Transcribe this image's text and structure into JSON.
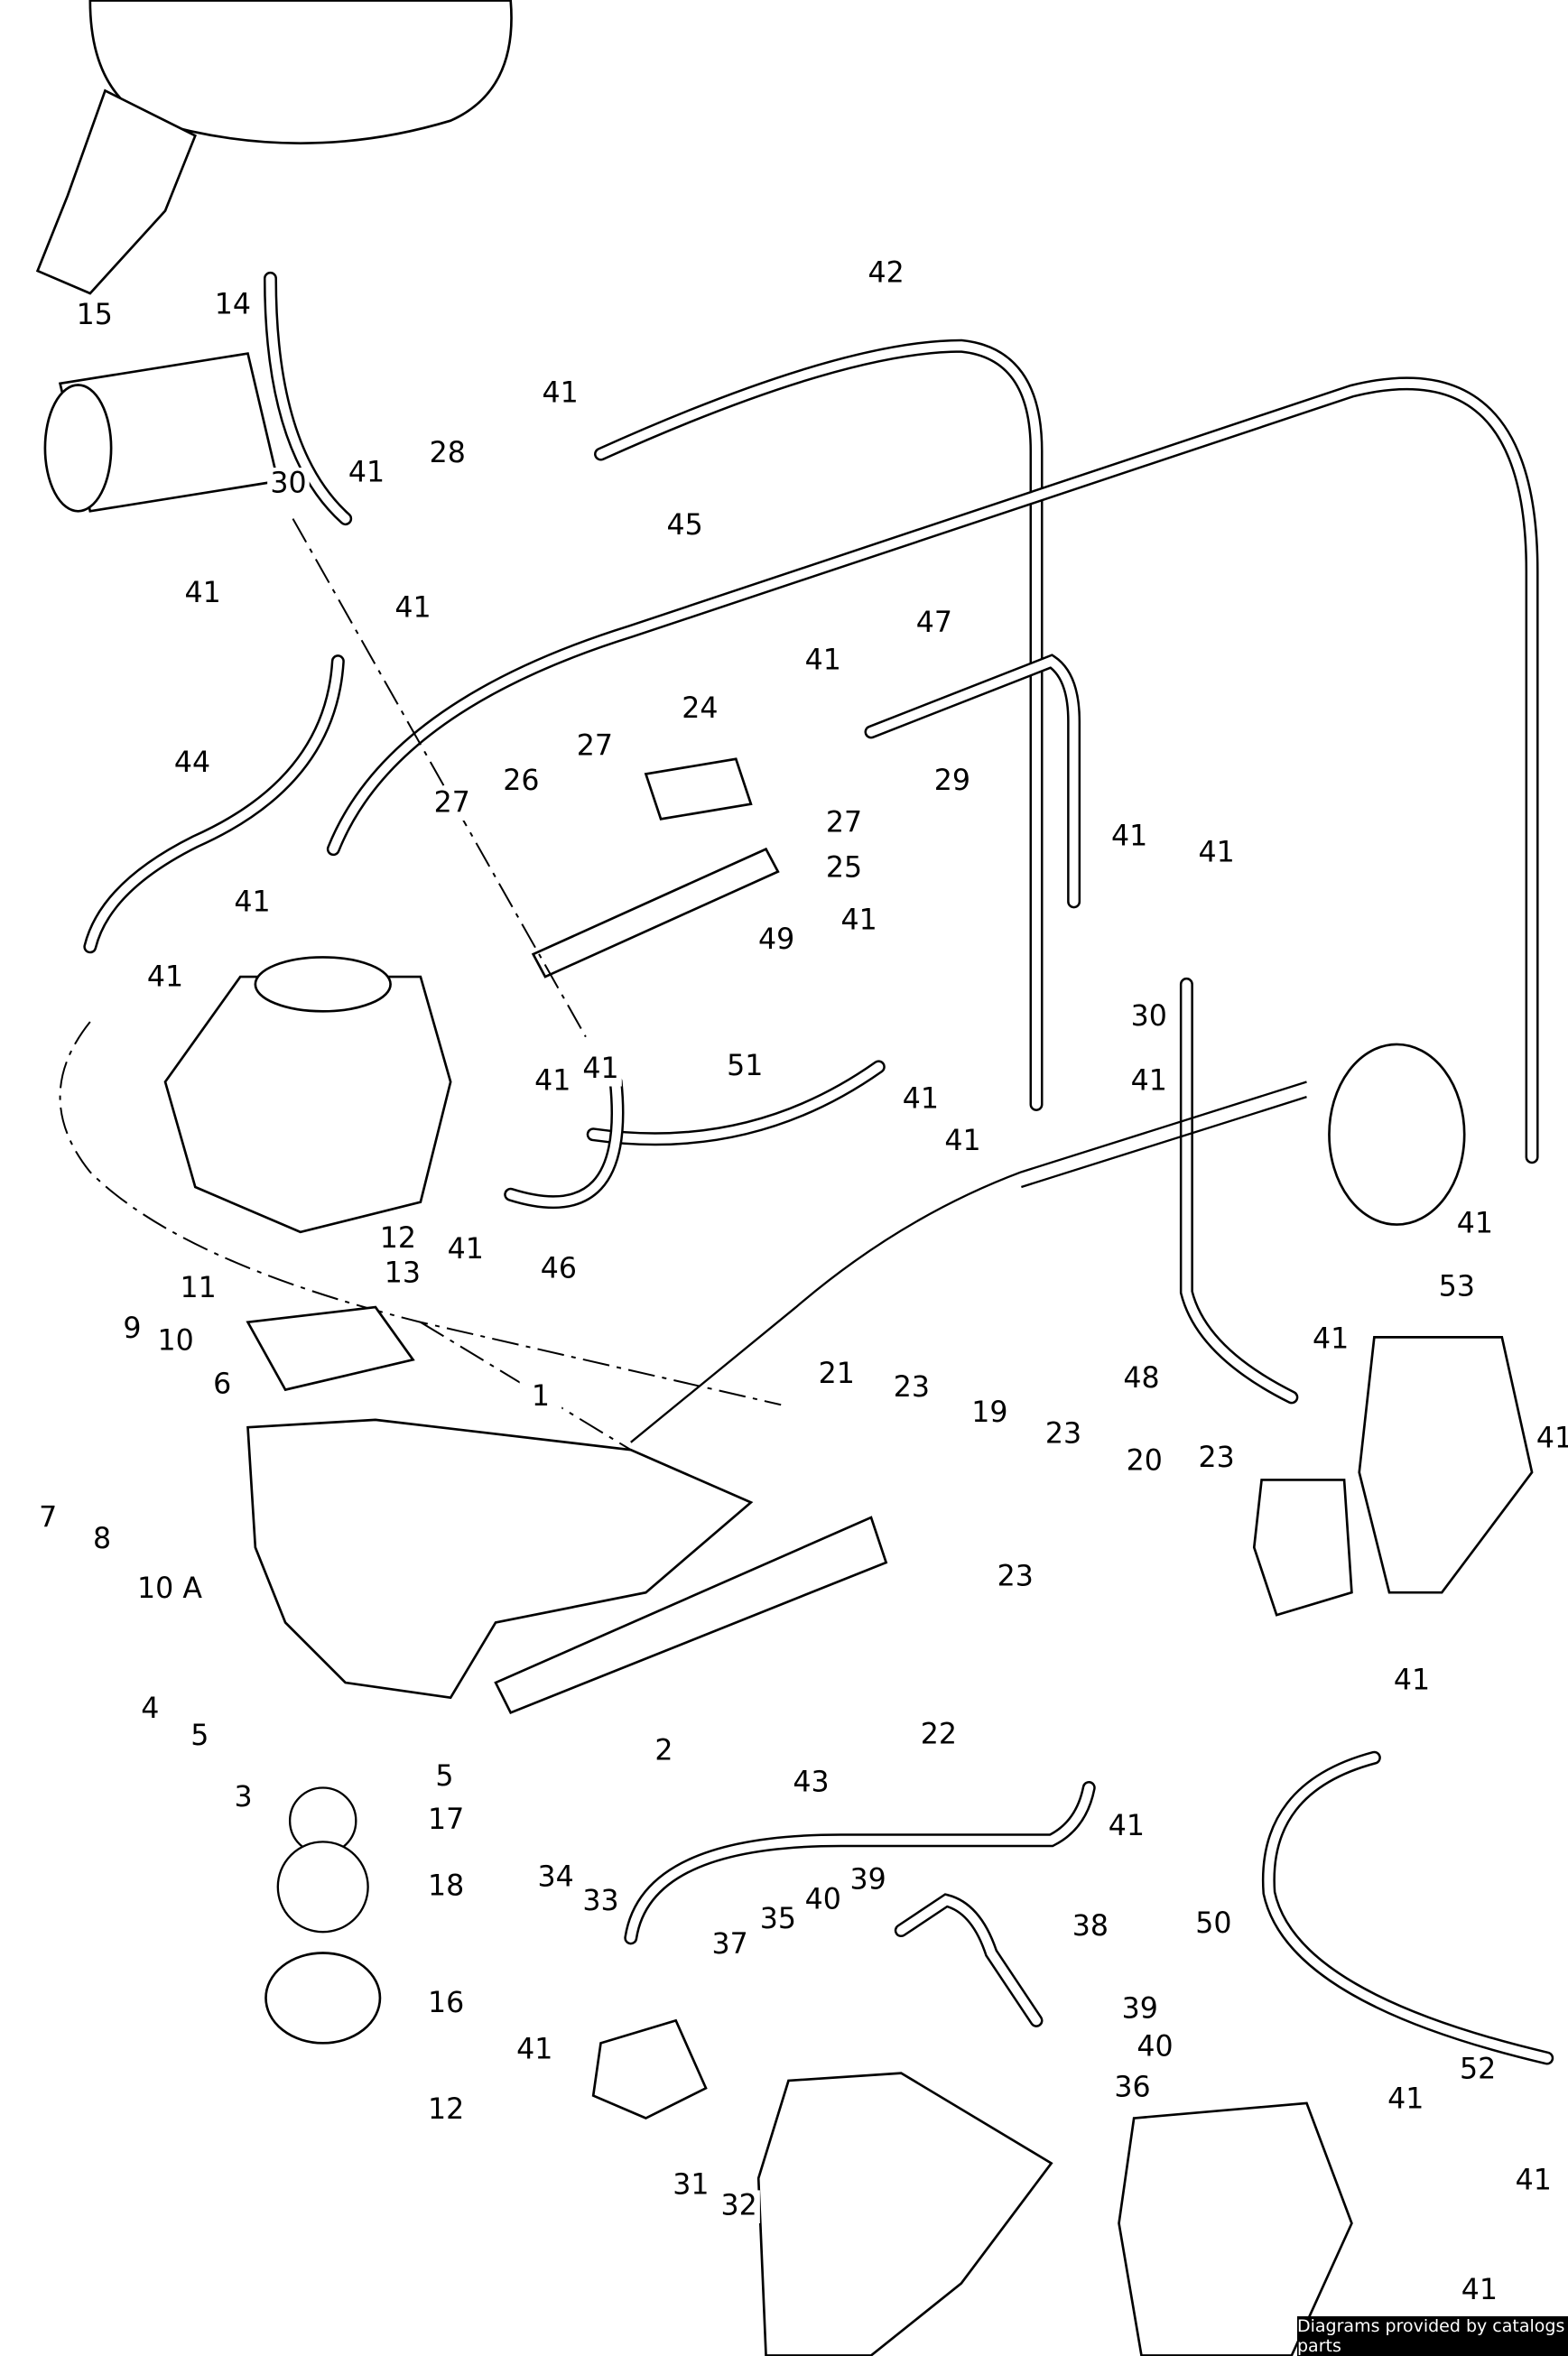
{
  "footer": {
    "credit": "Diagrams provided by catalogs parts"
  },
  "callouts": [
    "15",
    "14",
    "28",
    "41",
    "30",
    "41",
    "41",
    "41",
    "42",
    "45",
    "44",
    "41",
    "47",
    "24",
    "27",
    "27",
    "26",
    "27",
    "25",
    "29",
    "41",
    "41",
    "41",
    "41",
    "41",
    "49",
    "41",
    "41",
    "51",
    "41",
    "30",
    "41",
    "41",
    "12",
    "13",
    "41",
    "46",
    "11",
    "9",
    "10",
    "6",
    "1",
    "7",
    "8",
    "10 A",
    "21",
    "23",
    "19",
    "23",
    "20",
    "23",
    "23",
    "48",
    "41",
    "53",
    "41",
    "41",
    "4",
    "5",
    "2",
    "3",
    "5",
    "17",
    "18",
    "16",
    "12",
    "22",
    "43",
    "41",
    "41",
    "50",
    "34",
    "33",
    "35",
    "40",
    "39",
    "37",
    "38",
    "41",
    "39",
    "40",
    "36",
    "31",
    "32",
    "41",
    "52",
    "41",
    "41"
  ]
}
